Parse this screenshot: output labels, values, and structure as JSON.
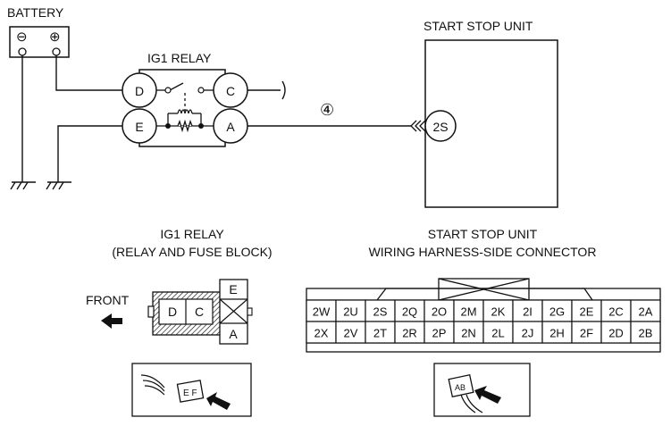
{
  "battery": {
    "label": "BATTERY",
    "neg": "⊖",
    "pos": "⊕"
  },
  "relay": {
    "title": "IG1 RELAY",
    "pins": {
      "d": "D",
      "c": "C",
      "e": "E",
      "a": "A"
    }
  },
  "unit": {
    "title": "START STOP UNIT",
    "pin": "2S"
  },
  "wire_number": "④",
  "relay_connector": {
    "title_line1": "IG1 RELAY",
    "title_line2": "(RELAY AND FUSE BLOCK)",
    "front_label": "FRONT",
    "cells": {
      "d": "D",
      "c": "C",
      "e": "E",
      "a": "A"
    }
  },
  "unit_connector": {
    "title_line1": "START STOP UNIT",
    "title_line2": "WIRING HARNESS-SIDE CONNECTOR",
    "row1": [
      "2W",
      "2U",
      "2S",
      "2Q",
      "2O",
      "2M",
      "2K",
      "2I",
      "2G",
      "2E",
      "2C",
      "2A"
    ],
    "row2": [
      "2X",
      "2V",
      "2T",
      "2R",
      "2P",
      "2N",
      "2L",
      "2J",
      "2H",
      "2F",
      "2D",
      "2B"
    ]
  },
  "relay_thumb_label": "E F",
  "unit_thumb_label": "AB"
}
